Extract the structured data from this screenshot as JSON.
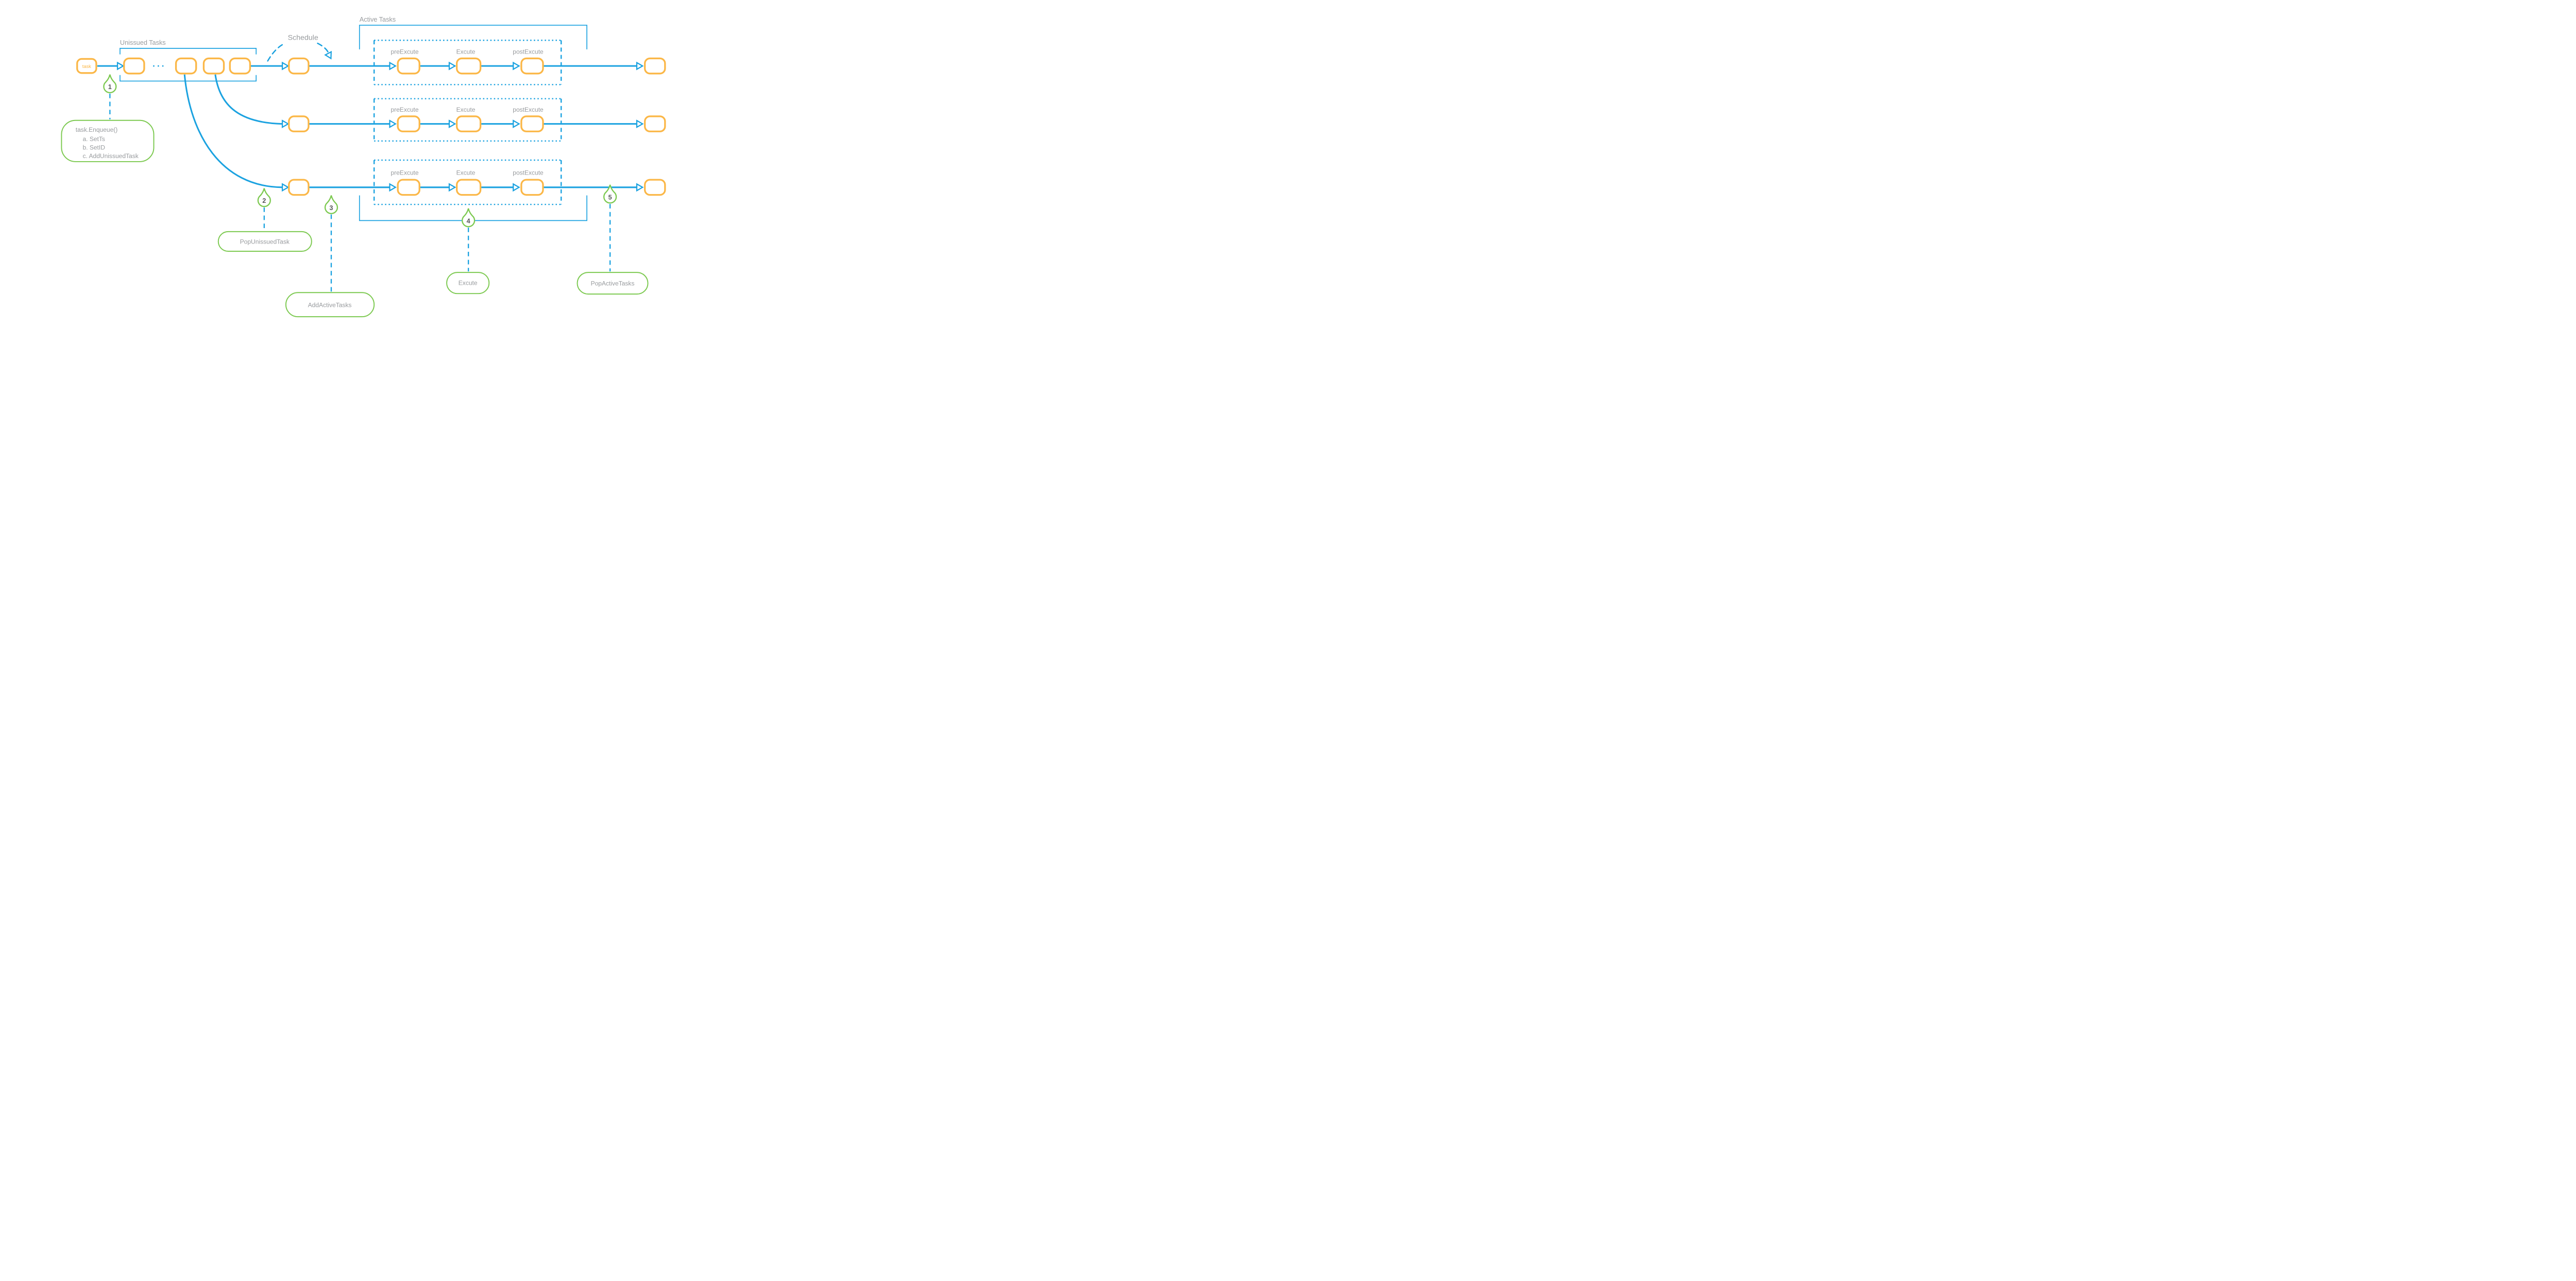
{
  "diagram": {
    "task_label": "task",
    "queue_ellipsis": "···",
    "unissued_title": "Unissued Tasks",
    "schedule_label": "Schedule",
    "active_title": "Active Tasks",
    "stages": [
      "preExcute",
      "Excute",
      "postExcute"
    ],
    "markers": [
      {
        "num": "1",
        "title": "task.Enqueue()",
        "items": [
          "a. SetTs",
          "b. SetID",
          "c. AddUnissuedTask"
        ]
      },
      {
        "num": "2",
        "label": "PopUnissuedTask"
      },
      {
        "num": "3",
        "label": "AddActiveTasks"
      },
      {
        "num": "4",
        "label": "Excute"
      },
      {
        "num": "5",
        "label": "PopActiveTasks"
      }
    ],
    "colors": {
      "line_blue": "#1BA2E0",
      "node_orange": "#FBB747",
      "marker_green": "#7CC950",
      "label_gray": "#989B9E",
      "number_gray": "#57585A"
    }
  }
}
